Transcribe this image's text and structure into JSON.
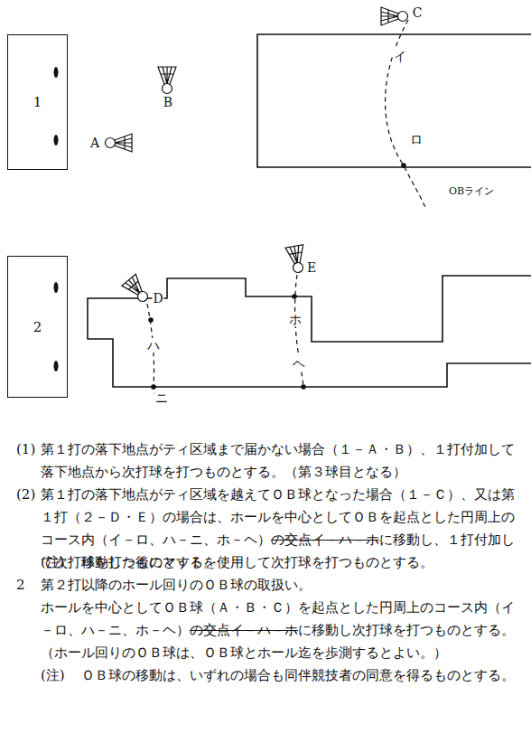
{
  "diagram": {
    "nodes": [
      {
        "text": [
          "1"
        ]
      },
      {
        "text": [
          "2"
        ]
      }
    ],
    "labels": [
      "A",
      "B",
      "C",
      "イ",
      "ロ",
      "OBライン",
      "D",
      "E",
      "ハ",
      "ニ",
      "ホ",
      "ヘ",
      "(1)",
      "第１打の落下地点がティ区域まで届かない場合（１－Ａ・Ｂ）、１打付加して落下地点から次打球を打つものとする。（第３球目となる）",
      "(2)",
      "第１打の落下地点がティ区域を越えてＯＢ球となった場合（１－Ｃ）、又は第１打（２－Ｄ・Ｅ）の場合は、ホールを中心としてＯＢを起点とした円周上のコース内（イ－ロ、ハ－ニ、ホ－ヘ）",
      "の交点イ－ハ－ホ",
      "に移動し、１打付加して次打球を打つものとする。",
      "(注)",
      "移動した後にマットを使用して次打球を打つものとする。",
      "2",
      "第２打以降のホール回りのＯＢ球の取扱い。",
      "ホールを中心としてＯＢ球（Ａ・Ｂ・Ｃ）を起点とした円周上のコース内（イ－ロ、ハ－ニ、ホ－ヘ）",
      "の交点イ－ハ－ホ",
      "に移動し次打球を打つものとする。",
      "（ホール回りのＯＢ球は、ＯＢ球とホール迄を歩測するとよい。）",
      "(注)",
      "ＯＢ球の移動は、いずれの場合も同伴競技者の同意を得るものとする。"
    ]
  }
}
